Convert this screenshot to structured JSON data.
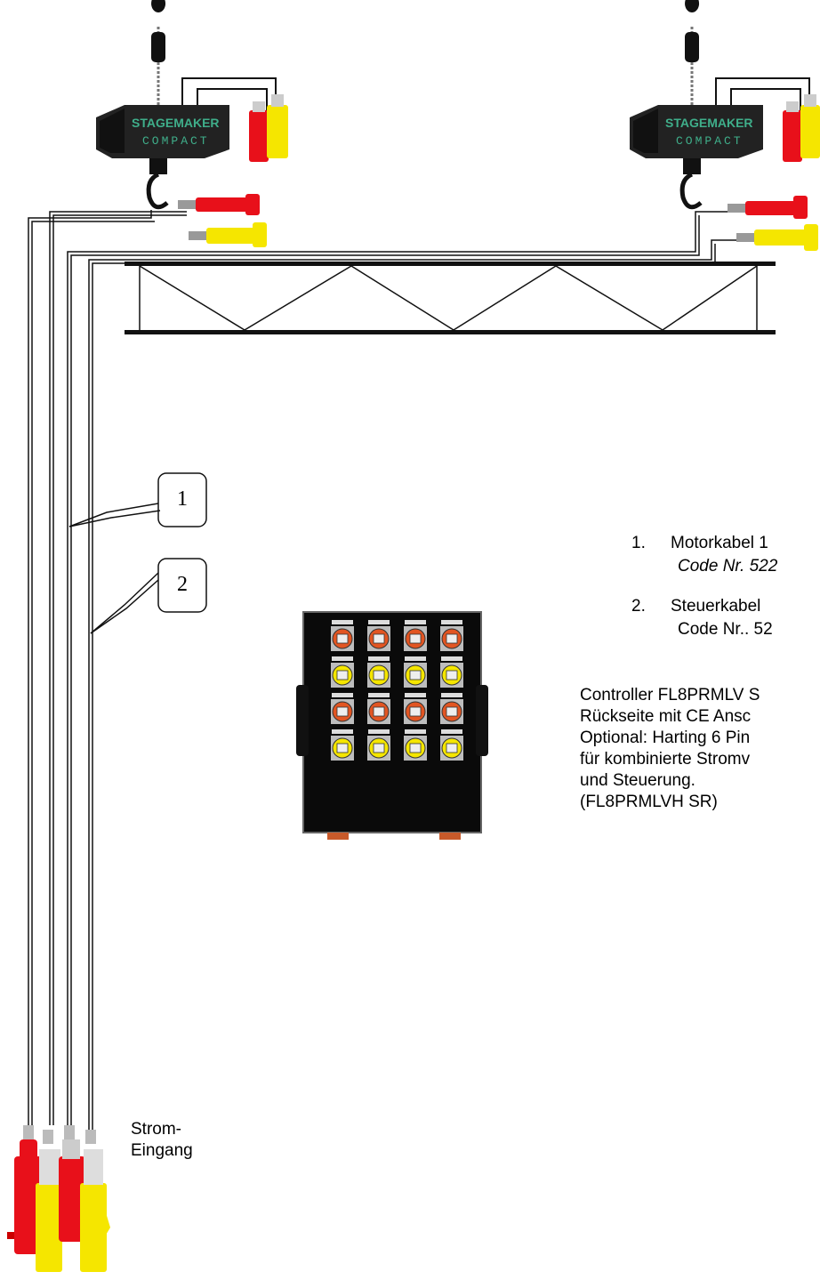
{
  "motor_brand_line1": "STAGEMAKER",
  "motor_brand_line2": "COMPACT",
  "callouts": [
    "1",
    "2"
  ],
  "legend": [
    {
      "num": "1.",
      "title": "Motorkabel 1",
      "code": "Code Nr. 522"
    },
    {
      "num": "2.",
      "title": "Steuerkabel",
      "code": "Code Nr.. 52"
    }
  ],
  "controller_desc": [
    "Controller FL8PRMLV S",
    "Rückseite mit CE Ansc",
    "Optional: Harting 6 Pin",
    "für kombinierte Stromv",
    "und Steuerung.",
    "(FL8PRMLVH SR)"
  ],
  "power_input_label": [
    "Strom-",
    "Eingang"
  ],
  "colors": {
    "cable_red": "#e8101a",
    "cable_yellow": "#f5e600",
    "motor_body": "#222222",
    "motor_text": "#3fae8a",
    "socket_orange": "#e25522"
  }
}
